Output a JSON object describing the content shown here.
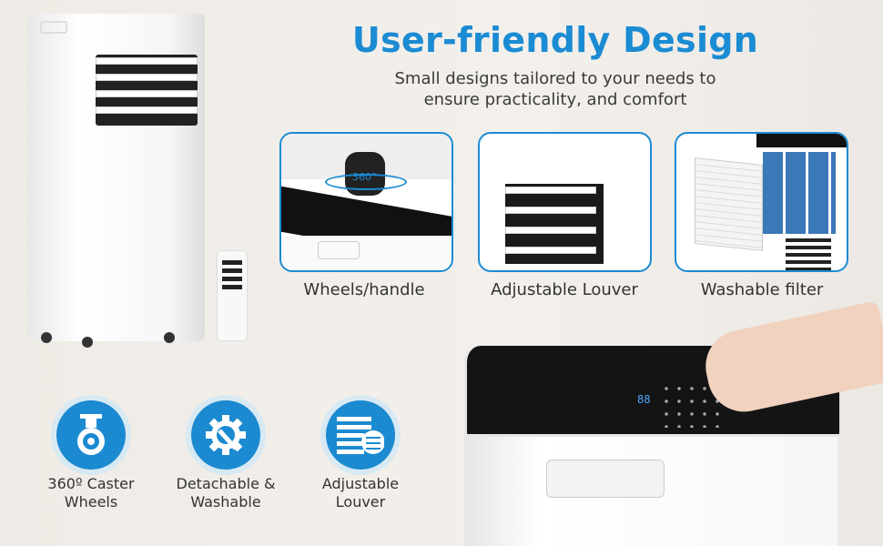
{
  "header": {
    "title": "User-friendly Design",
    "subtitle_lines": [
      "Small designs tailored to your needs to",
      "ensure practicality, and comfort"
    ]
  },
  "cards": [
    {
      "label": "Wheels/handle",
      "badge": "360°"
    },
    {
      "label": "Adjustable Louver"
    },
    {
      "label": "Washable filter"
    }
  ],
  "features": [
    {
      "icon": "caster-wheel-icon",
      "lines": [
        "360º Caster",
        "Wheels"
      ]
    },
    {
      "icon": "gear-wrench-icon",
      "lines": [
        "Detachable &",
        "Washable"
      ]
    },
    {
      "icon": "louver-settings-icon",
      "lines": [
        "Adjustable",
        "Louver"
      ]
    }
  ],
  "panel_display": "88",
  "colors": {
    "accent": "#1b8bd3",
    "background": "#efebe6",
    "panel": "#151515"
  }
}
